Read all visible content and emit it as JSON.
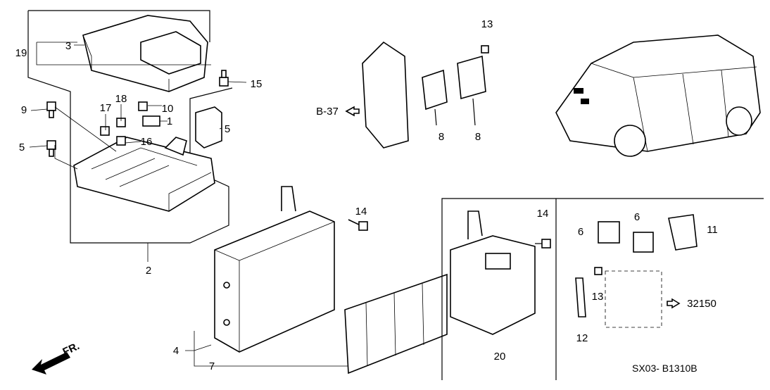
{
  "diagram": {
    "callouts": {
      "c19": "19",
      "c3": "3",
      "c9": "9",
      "c17": "17",
      "c18": "18",
      "c10": "10",
      "c1": "1",
      "c16": "16",
      "c5a": "5",
      "c5b": "5",
      "c15": "15",
      "c2": "2",
      "c4": "4",
      "c7": "7",
      "c14a": "14",
      "c8a": "8",
      "c8b": "8",
      "c13a": "13",
      "c14b": "14",
      "c20": "20",
      "c6a": "6",
      "c6b": "6",
      "c11": "11",
      "c13b": "13",
      "c12": "12"
    },
    "ref_b37": "B-37",
    "ref_32150": "32150",
    "direction_label": "FR.",
    "diagram_code": "SX03- B1310B"
  }
}
